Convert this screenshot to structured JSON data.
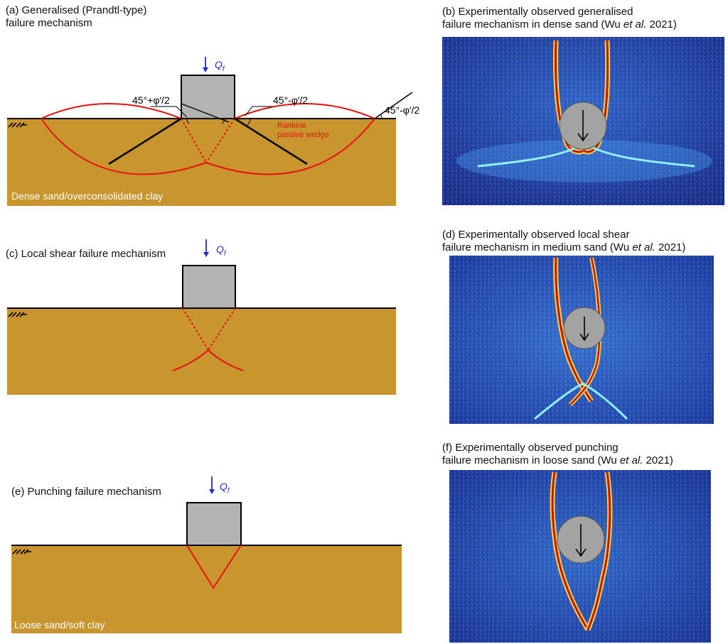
{
  "panel_a": {
    "caption_line1": "(a) Generalised (Prandtl-type)",
    "caption_line2": "failure mechanism",
    "load_label": "Q",
    "load_subscript": "f",
    "angle_left": "45°+φ′/2",
    "angle_mid": "45°-φ′/2",
    "angle_right": "45°-φ′/2",
    "wedge_line1": "Rankine",
    "wedge_line2": "passive wedge",
    "soil_label": "Dense sand/overconsolidated clay"
  },
  "panel_b": {
    "caption_line1": "(b) Experimentally observed generalised",
    "caption_line2_pre": "failure mechanism in dense sand (Wu ",
    "caption_line2_em": "et al.",
    "caption_line2_post": " 2021)"
  },
  "panel_c": {
    "caption": "(c) Local shear failure mechanism",
    "load_label": "Q",
    "load_subscript": "f"
  },
  "panel_d": {
    "caption_line1": "(d) Experimentally observed local  shear",
    "caption_line2_pre": "failure mechanism in medium sand (Wu ",
    "caption_line2_em": "et al.",
    "caption_line2_post": " 2021)"
  },
  "panel_e": {
    "caption": "(e) Punching failure mechanism",
    "load_label": "Q",
    "load_subscript": "f",
    "soil_label": "Loose sand/soft clay"
  },
  "panel_f": {
    "caption_line1": "(f) Experimentally observed punching",
    "caption_line2_pre": "failure mechanism in loose sand (Wu ",
    "caption_line2_em": "et al.",
    "caption_line2_post": " 2021)"
  },
  "colors": {
    "soil": "#c9952f",
    "footing": "#b3b3b3",
    "failure_line": "#e8110f",
    "load_arrow": "#1f2ad6",
    "field_background": "#1c3aa0",
    "shear_band": "#c01818"
  }
}
